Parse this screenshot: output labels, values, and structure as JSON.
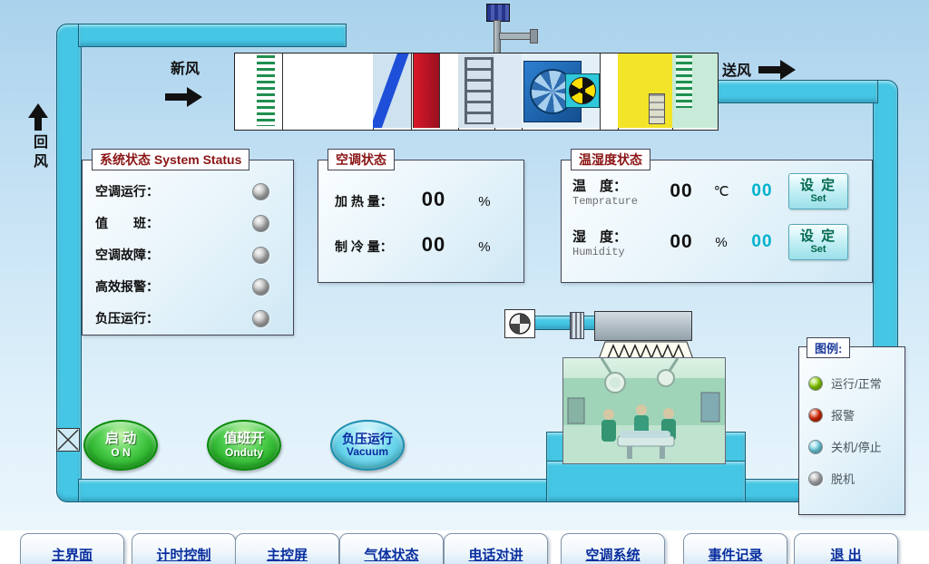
{
  "airflow": {
    "fresh_air": "新风",
    "supply_air": "送风",
    "return_air": "回风"
  },
  "system_status": {
    "title": "系统状态 System Status",
    "rows": [
      {
        "label": "空调运行："
      },
      {
        "label": "值　　班："
      },
      {
        "label": "空调故障："
      },
      {
        "label": "高效报警："
      },
      {
        "label": "负压运行："
      }
    ]
  },
  "ac_status": {
    "title": "空调状态",
    "rows": [
      {
        "label": "加 热 量：",
        "value": "00",
        "unit": "%"
      },
      {
        "label": "制 冷 量：",
        "value": "00",
        "unit": "%"
      }
    ]
  },
  "temp_humidity": {
    "title": "温湿度状态",
    "rows": [
      {
        "label": "温　度：",
        "sublabel": "Temprature",
        "value": "00",
        "unit": "℃",
        "setpoint": "00",
        "set_cn": "设 定",
        "set_en": "Set"
      },
      {
        "label": "湿　度：",
        "sublabel": "Humidity",
        "value": "00",
        "unit": "%",
        "setpoint": "00",
        "set_cn": "设 定",
        "set_en": "Set"
      }
    ]
  },
  "controls": [
    {
      "line1": "启 动",
      "line2": "O N"
    },
    {
      "line1": "值班开",
      "line2": "Onduty"
    },
    {
      "line1": "负压运行",
      "line2": "Vacuum"
    }
  ],
  "legend": {
    "title": "图例:",
    "items": [
      {
        "label": "运行/正常",
        "color": "#8fd400"
      },
      {
        "label": "报警",
        "color": "#e02800"
      },
      {
        "label": "关机/停止",
        "color": "#74d8ec"
      },
      {
        "label": "脱机",
        "color": "#b4b4b4"
      }
    ]
  },
  "nav": {
    "items": [
      {
        "label": "主界面"
      },
      {
        "label": "计时控制"
      },
      {
        "label": "主控屏"
      },
      {
        "label": "气体状态"
      },
      {
        "label": "电话对讲"
      },
      {
        "label": "空调系统"
      },
      {
        "label": "事件记录"
      },
      {
        "label": "退 出"
      }
    ]
  }
}
